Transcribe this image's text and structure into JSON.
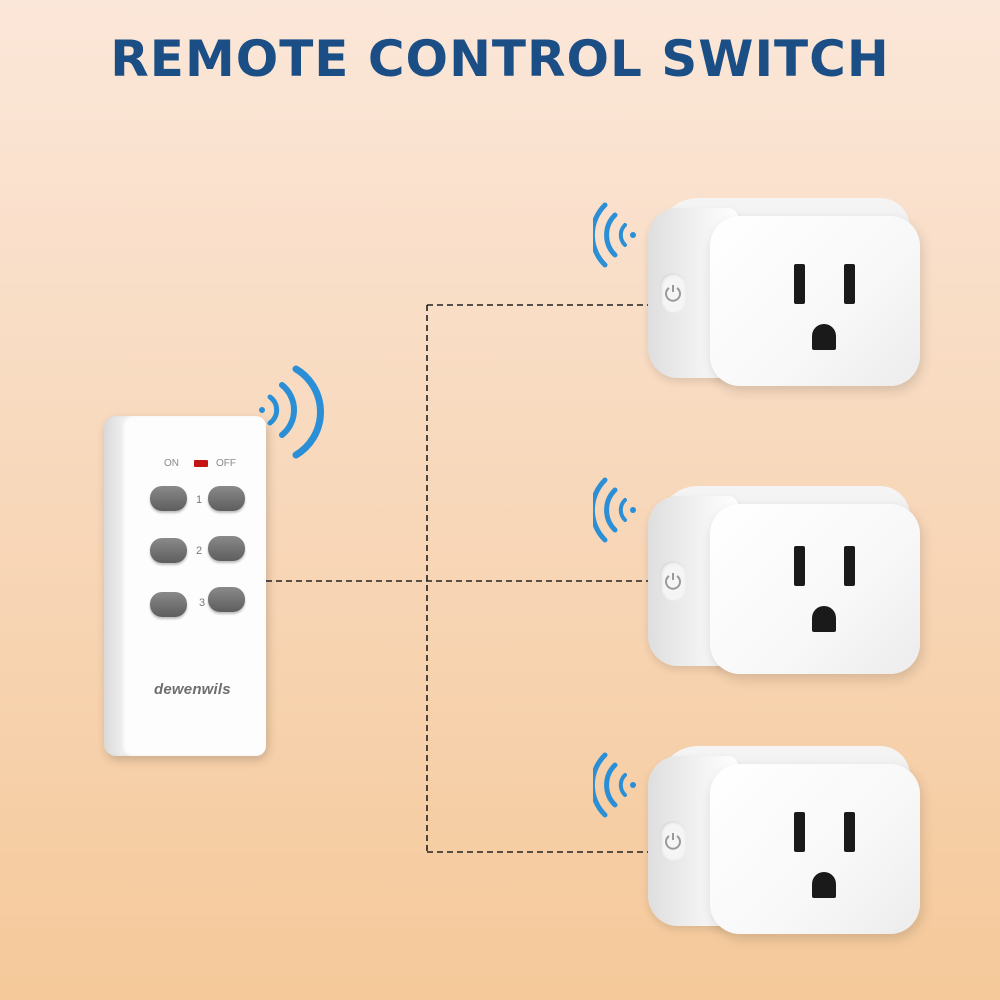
{
  "header": {
    "title": "REMOTE CONTROL SWITCH"
  },
  "remote": {
    "on_label": "ON",
    "off_label": "OFF",
    "channels": [
      "1",
      "2",
      "3"
    ],
    "brand": "dewenwils",
    "led_color": "#c41414"
  },
  "outlets": [
    {
      "icon": "power-icon"
    },
    {
      "icon": "power-icon"
    },
    {
      "icon": "power-icon"
    }
  ],
  "colors": {
    "title": "#1c4e86",
    "signal_wave": "#2a8fd6",
    "background_top": "#fbe7d9",
    "background_bottom": "#f5c99a"
  }
}
